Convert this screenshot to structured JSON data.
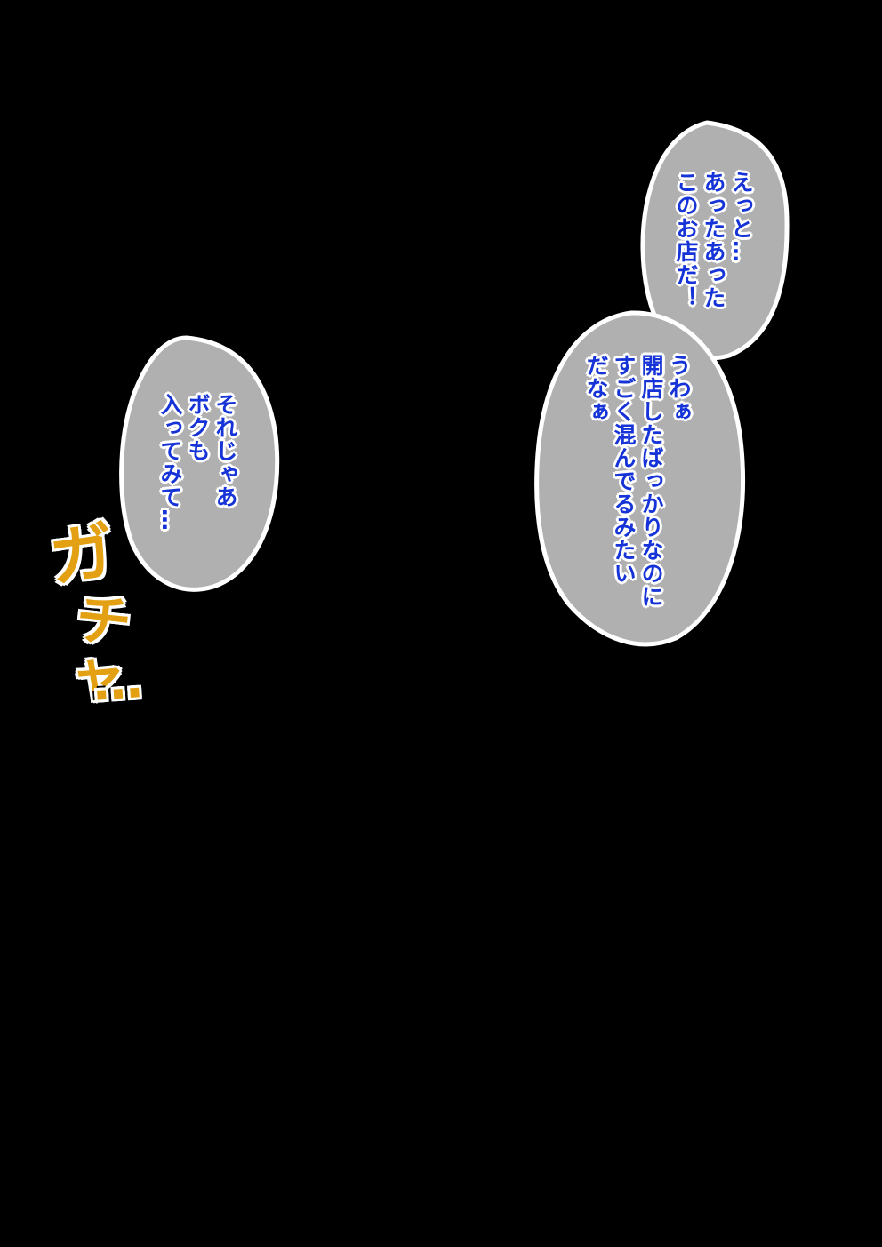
{
  "bubbles": [
    {
      "id": "bubble-1",
      "lines": [
        "えっと…",
        "あったあった",
        "このお店だ！"
      ]
    },
    {
      "id": "bubble-2",
      "lines": [
        "うわぁ",
        "開店したばっかりなのに",
        "すごく混んでるみたい",
        "だなぁ"
      ]
    },
    {
      "id": "bubble-3",
      "lines": [
        "それじゃあ",
        "ボクも",
        "入ってみて…"
      ]
    }
  ],
  "sound_effect": {
    "glyphs": [
      "ガ",
      "チャ",
      "…"
    ]
  },
  "colors": {
    "background": "#000000",
    "bubble_fill": "#b0b0b0",
    "bubble_outline": "#ffffff",
    "dialogue_text": "#1533d6",
    "sfx_fill": "#e3a012"
  }
}
